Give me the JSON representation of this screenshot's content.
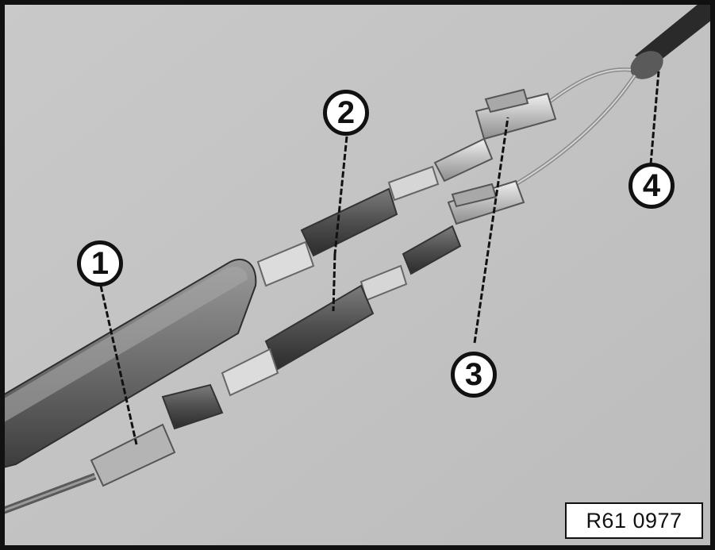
{
  "callouts": [
    {
      "number": "1"
    },
    {
      "number": "2"
    },
    {
      "number": "3"
    },
    {
      "number": "4"
    }
  ],
  "figure_id": "R61 0977",
  "colors": {
    "background": "#c4c4c4",
    "frame": "#111111",
    "cable": "#4a4a4a",
    "connector_light": "#d8d8d8",
    "connector_dark": "#6a6a6a"
  }
}
